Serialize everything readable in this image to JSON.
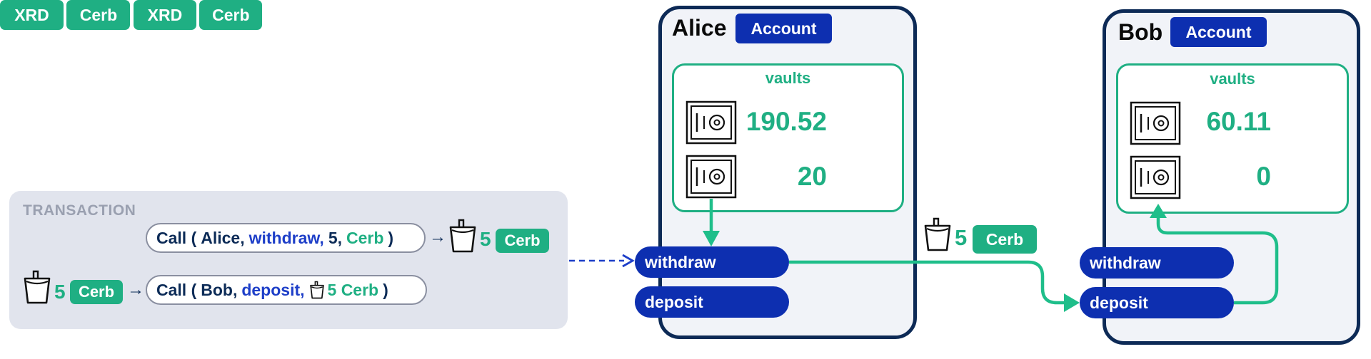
{
  "transaction": {
    "title": "TRANSACTION",
    "call1": {
      "prefix": "Call (",
      "account": "Alice,",
      "method": "withdraw,",
      "amount": "5,",
      "resource": "Cerb",
      "suffix": ")",
      "arrow": "→",
      "result_amount": "5",
      "result_resource": "Cerb"
    },
    "call2": {
      "input_amount": "5",
      "input_resource": "Cerb",
      "arrow": "→",
      "prefix": "Call (",
      "account": "Bob,",
      "method": "deposit,",
      "bucket_text": "5 Cerb",
      "suffix": ")"
    }
  },
  "alice": {
    "name": "Alice",
    "badge": "Account",
    "vaults_label": "vaults",
    "vaults": [
      {
        "amount": "190.52",
        "resource": "XRD"
      },
      {
        "amount": "20",
        "resource": "Cerb"
      }
    ],
    "methods": [
      "withdraw",
      "deposit"
    ]
  },
  "bob": {
    "name": "Bob",
    "badge": "Account",
    "vaults_label": "vaults",
    "vaults": [
      {
        "amount": "60.11",
        "resource": "XRD"
      },
      {
        "amount": "0",
        "resource": "Cerb"
      }
    ],
    "methods": [
      "withdraw",
      "deposit"
    ]
  },
  "transfer_bucket": {
    "amount": "5",
    "resource": "Cerb"
  },
  "colors": {
    "navy": "#0d2a56",
    "method_blue": "#0d2fb0",
    "resource_green": "#1faf83",
    "panel_gray": "#e1e4ed"
  },
  "icons": [
    "bucket-icon",
    "vault-icon"
  ]
}
